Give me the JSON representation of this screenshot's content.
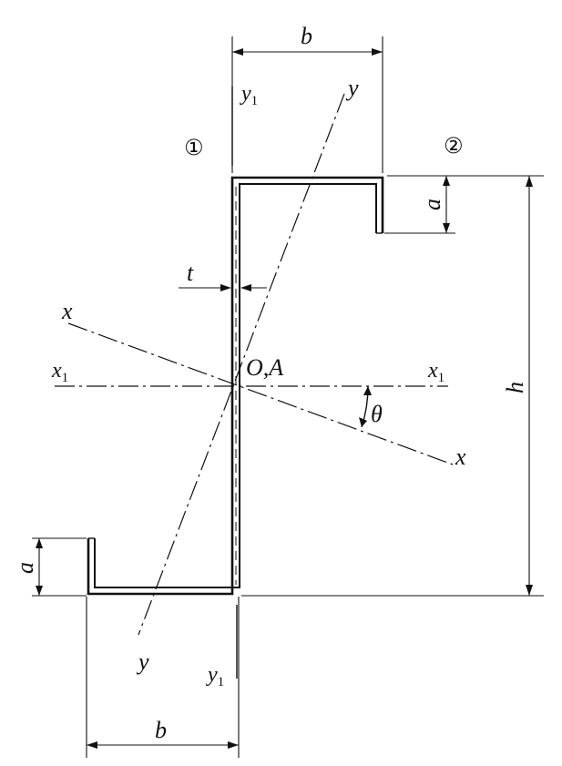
{
  "labels": {
    "b_top": "b",
    "b_bottom": "b",
    "y1_top_main": "y",
    "y1_top_sub": "1",
    "y1_bottom_main": "y",
    "y1_bottom_sub": "1",
    "y_top": "y",
    "y_bottom": "y",
    "x_left": "x",
    "x_right": "x",
    "x1_left_main": "x",
    "x1_left_sub": "1",
    "x1_right_main": "x",
    "x1_right_sub": "1",
    "origin": "O,A",
    "theta": "θ",
    "t": "t",
    "a_top": "a",
    "a_bottom": "a",
    "h": "h",
    "end1": "①",
    "end2": "②"
  },
  "colors": {
    "line": "#111111",
    "background": "#ffffff"
  }
}
